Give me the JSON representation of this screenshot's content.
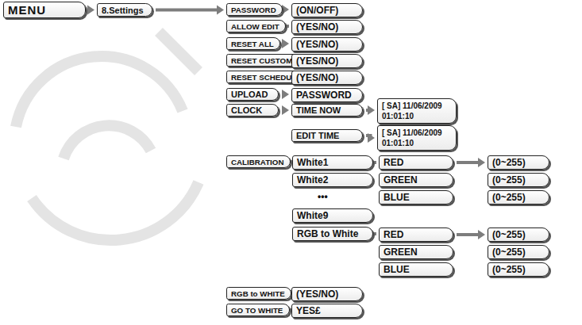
{
  "diagram": {
    "nodes": [
      {
        "text": [
          "MENU"
        ]
      },
      {
        "text": [
          "8.Settings"
        ]
      },
      {
        "text": [
          "PASSWORD"
        ]
      },
      {
        "text": [
          "(ON/OFF)"
        ]
      },
      {
        "text": [
          "ALLOW EDIT"
        ]
      },
      {
        "text": [
          "(YES/NO)"
        ]
      },
      {
        "text": [
          "RESET ALL"
        ]
      },
      {
        "text": [
          "(YES/NO)"
        ]
      },
      {
        "text": [
          "RESET CUSTOM"
        ]
      },
      {
        "text": [
          "(YES/NO)"
        ]
      },
      {
        "text": [
          "RESET SCHEDULE"
        ]
      },
      {
        "text": [
          "(YES/NO)"
        ]
      },
      {
        "text": [
          "UPLOAD"
        ]
      },
      {
        "text": [
          "PASSWORD"
        ]
      },
      {
        "text": [
          "CLOCK"
        ]
      },
      {
        "text": [
          "TIME NOW"
        ]
      },
      {
        "text": [
          "[ SA] 11/06/2009 01:01:10"
        ]
      },
      {
        "text": [
          "EDIT TIME"
        ]
      },
      {
        "text": [
          "[ SA] 11/06/2009 01:01:10"
        ]
      },
      {
        "text": [
          "CALIBRATION"
        ]
      },
      {
        "text": [
          "White1"
        ]
      },
      {
        "text": [
          "White2"
        ]
      },
      {
        "text": [
          "White9"
        ]
      },
      {
        "text": [
          "RED"
        ]
      },
      {
        "text": [
          "(0~255)"
        ]
      },
      {
        "text": [
          "GREEN"
        ]
      },
      {
        "text": [
          "(0~255)"
        ]
      },
      {
        "text": [
          "BLUE"
        ]
      },
      {
        "text": [
          "(0~255)"
        ]
      },
      {
        "text": [
          "RGB to White"
        ]
      },
      {
        "text": [
          "RED"
        ]
      },
      {
        "text": [
          "(0~255)"
        ]
      },
      {
        "text": [
          "GREEN"
        ]
      },
      {
        "text": [
          "(0~255)"
        ]
      },
      {
        "text": [
          "BLUE"
        ]
      },
      {
        "text": [
          "(0~255)"
        ]
      },
      {
        "text": [
          "RGB to WHITE"
        ]
      },
      {
        "text": [
          "(YES/NO)"
        ]
      },
      {
        "text": [
          "GO TO WHITE"
        ]
      },
      {
        "text": [
          "YES£"
        ]
      }
    ],
    "edges": [
      {
        "from": 0,
        "to": 1,
        "arrow": "to"
      },
      {
        "from": 1,
        "to": 2,
        "arrow": "to"
      },
      {
        "from": 2,
        "to": 3,
        "arrow": "to"
      },
      {
        "from": 4,
        "to": 5,
        "arrow": "to"
      },
      {
        "from": 6,
        "to": 7,
        "arrow": "to"
      },
      {
        "from": 8,
        "to": 9,
        "arrow": "to"
      },
      {
        "from": 10,
        "to": 11,
        "arrow": "to"
      },
      {
        "from": 12,
        "to": 13,
        "arrow": "to"
      },
      {
        "from": 14,
        "to": 15,
        "arrow": "to"
      },
      {
        "from": 15,
        "to": 16,
        "arrow": "to"
      },
      {
        "from": 17,
        "to": 18,
        "arrow": "to"
      },
      {
        "from": 19,
        "to": 20,
        "arrow": "to"
      },
      {
        "from": 20,
        "to": 23,
        "arrow": "to"
      },
      {
        "from": 23,
        "to": 24,
        "arrow": "to"
      },
      {
        "from": 22,
        "to": 29,
        "arrow": "none"
      },
      {
        "from": 29,
        "to": 30,
        "arrow": "to"
      },
      {
        "from": 30,
        "to": 31,
        "arrow": "to"
      },
      {
        "from": 36,
        "to": 37,
        "arrow": "to"
      },
      {
        "from": 38,
        "to": 39,
        "arrow": "to"
      }
    ],
    "labels": [
      "•••"
    ]
  }
}
